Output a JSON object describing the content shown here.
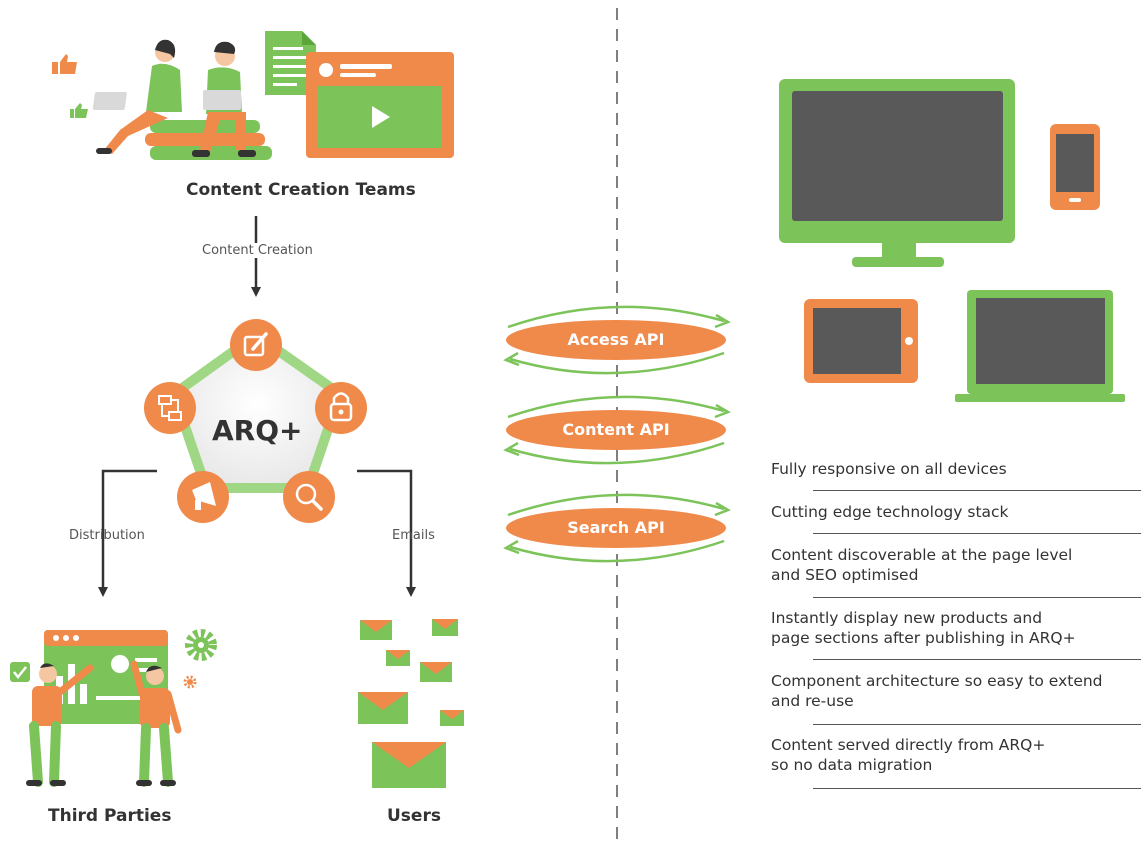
{
  "left": {
    "content_team_label": "Content Creation Teams",
    "content_creation_label": "Content Creation",
    "hub_label": "ARQ+",
    "distribution_label": "Distribution",
    "emails_label": "Emails",
    "third_parties_label": "Third Parties",
    "users_label": "Users"
  },
  "apis": [
    {
      "label": "Access API"
    },
    {
      "label": "Content API"
    },
    {
      "label": "Search API"
    }
  ],
  "features": [
    {
      "line1": "Fully responsive on all devices",
      "line2": ""
    },
    {
      "line1": "Cutting edge technology stack",
      "line2": ""
    },
    {
      "line1": "Content discoverable at the page level",
      "line2": "and SEO optimised"
    },
    {
      "line1": "Instantly display new products and",
      "line2": "page sections after publishing in ARQ+"
    },
    {
      "line1": "Component architecture so easy to extend",
      "line2": "and re-use"
    },
    {
      "line1": "Content served directly from ARQ+",
      "line2": "so no data migration"
    }
  ],
  "icons": {
    "hub": [
      "edit-icon",
      "lock-icon",
      "search-icon",
      "megaphone-icon",
      "workflow-icon"
    ]
  },
  "colors": {
    "orange": "#F08A4B",
    "green": "#7CC35A",
    "dark_green": "#5BA63A",
    "screen_gray": "#595959",
    "text": "#333333"
  }
}
